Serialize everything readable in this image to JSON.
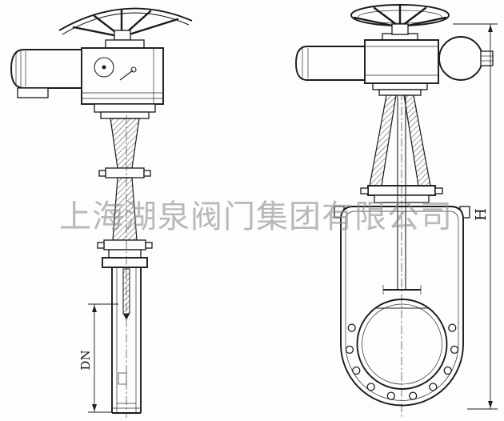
{
  "drawing": {
    "watermark": "上海湖泉阀门集团有限公司",
    "labels": {
      "dn": "DN",
      "h": "H"
    }
  }
}
